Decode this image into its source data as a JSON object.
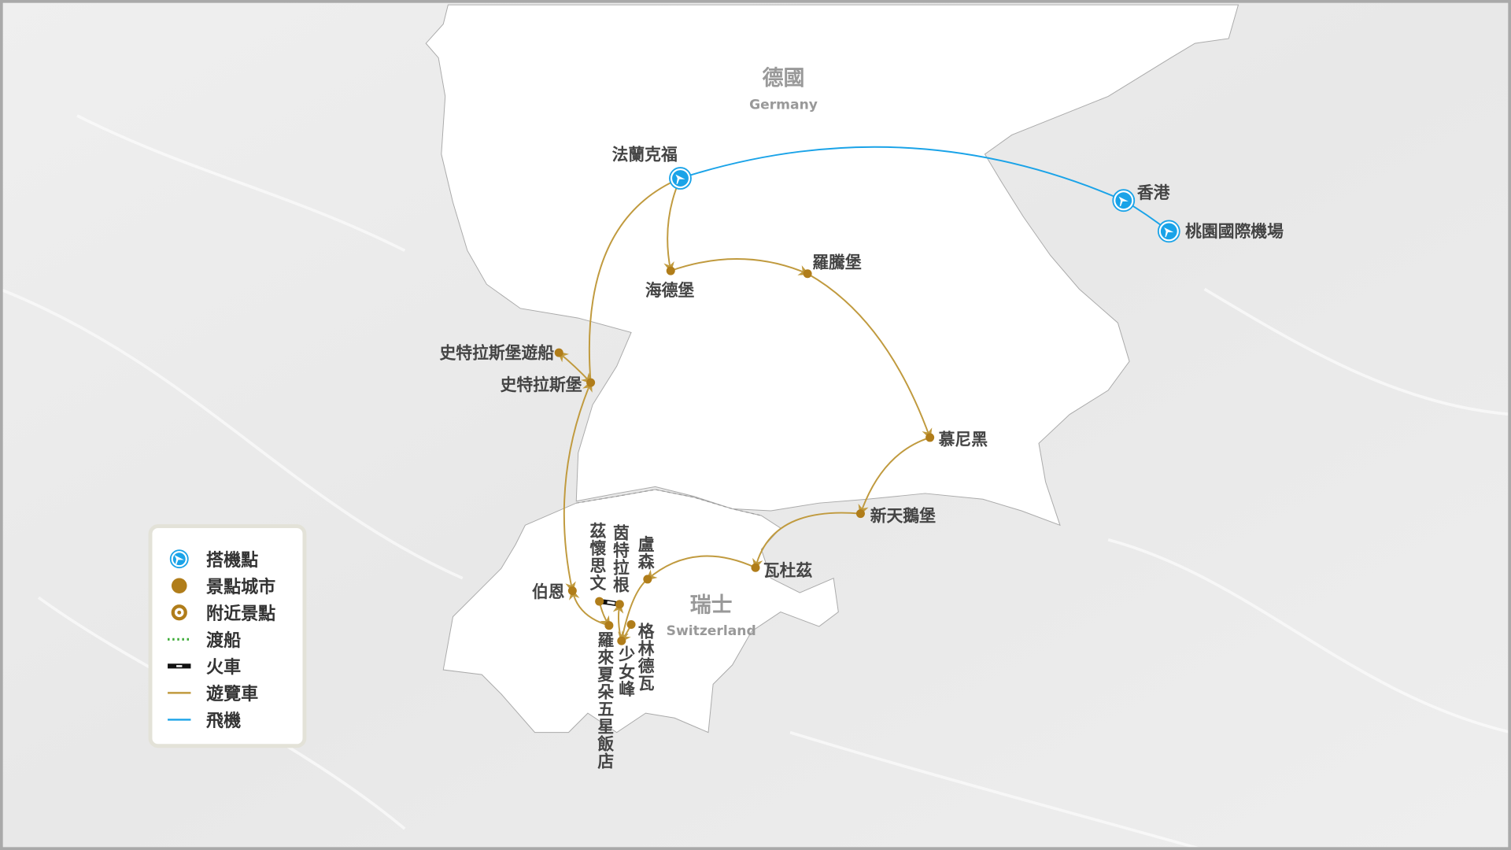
{
  "countries": {
    "germany": {
      "zh": "德國",
      "en": "Germany"
    },
    "switzerland": {
      "zh": "瑞士",
      "en": "Switzerland"
    }
  },
  "places": [
    {
      "id": "frankfurt",
      "name": "法蘭克福",
      "type": "airport"
    },
    {
      "id": "hongkong",
      "name": "香港",
      "type": "airport"
    },
    {
      "id": "taoyuan",
      "name": "桃園國際機場",
      "type": "airport"
    },
    {
      "id": "heidelberg",
      "name": "海德堡",
      "type": "city"
    },
    {
      "id": "rothenburg",
      "name": "羅騰堡",
      "type": "city"
    },
    {
      "id": "munich",
      "name": "慕尼黑",
      "type": "city"
    },
    {
      "id": "neuschwanstein",
      "name": "新天鵝堡",
      "type": "city"
    },
    {
      "id": "vaduz",
      "name": "瓦杜茲",
      "type": "city"
    },
    {
      "id": "lucerne",
      "name": "盧森",
      "type": "city"
    },
    {
      "id": "grindelwald",
      "name": "格林德瓦",
      "type": "city"
    },
    {
      "id": "jungfrau",
      "name": "少女峰",
      "type": "city"
    },
    {
      "id": "interlaken",
      "name": "茵特拉根",
      "type": "city"
    },
    {
      "id": "zweisimmen",
      "name": "茲懷思文",
      "type": "city"
    },
    {
      "id": "chateau",
      "name": "羅來夏朵五星飯店",
      "type": "city"
    },
    {
      "id": "bern",
      "name": "伯恩",
      "type": "city"
    },
    {
      "id": "strasbourg",
      "name": "史特拉斯堡",
      "type": "city"
    },
    {
      "id": "cruise",
      "name": "史特拉斯堡遊船",
      "type": "city"
    }
  ],
  "routes": [
    {
      "from": "hongkong",
      "to": "frankfurt",
      "mode": "flight"
    },
    {
      "from": "taoyuan",
      "to": "hongkong",
      "mode": "flight"
    },
    {
      "from": "frankfurt",
      "to": "heidelberg",
      "mode": "coach"
    },
    {
      "from": "heidelberg",
      "to": "rothenburg",
      "mode": "coach"
    },
    {
      "from": "rothenburg",
      "to": "munich",
      "mode": "coach"
    },
    {
      "from": "munich",
      "to": "neuschwanstein",
      "mode": "coach"
    },
    {
      "from": "neuschwanstein",
      "to": "vaduz",
      "mode": "coach"
    },
    {
      "from": "vaduz",
      "to": "lucerne",
      "mode": "coach"
    },
    {
      "from": "lucerne",
      "to": "jungfrau",
      "mode": "coach"
    },
    {
      "from": "grindelwald",
      "to": "jungfrau",
      "mode": "coach"
    },
    {
      "from": "jungfrau",
      "to": "interlaken",
      "mode": "coach"
    },
    {
      "from": "interlaken",
      "to": "zweisimmen",
      "mode": "train"
    },
    {
      "from": "zweisimmen",
      "to": "chateau",
      "mode": "coach"
    },
    {
      "from": "chateau",
      "to": "bern",
      "mode": "coach"
    },
    {
      "from": "bern",
      "to": "strasbourg",
      "mode": "coach"
    },
    {
      "from": "strasbourg",
      "to": "cruise",
      "mode": "coach"
    },
    {
      "from": "strasbourg",
      "to": "frankfurt",
      "mode": "coach"
    }
  ],
  "legend": [
    {
      "key": "airport",
      "label": "搭機點"
    },
    {
      "key": "city",
      "label": "景點城市"
    },
    {
      "key": "nearby",
      "label": "附近景點"
    },
    {
      "key": "ferry",
      "label": "渡船"
    },
    {
      "key": "train",
      "label": "火車"
    },
    {
      "key": "coach",
      "label": "遊覽車"
    },
    {
      "key": "flight",
      "label": "飛機"
    }
  ],
  "colors": {
    "coach": "#c09a3e",
    "flight": "#1aa3e8",
    "ferry": "#3aaa35",
    "train": "#111111",
    "city": "#b07d1a"
  }
}
